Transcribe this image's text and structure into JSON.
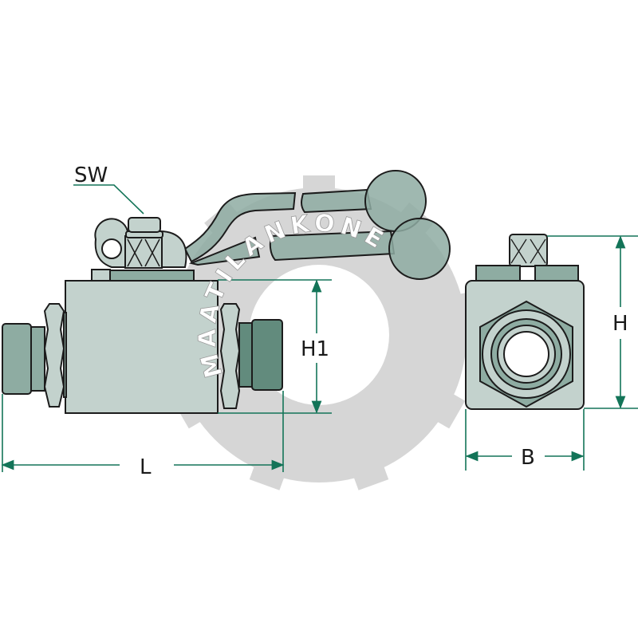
{
  "labels": {
    "sw": "SW",
    "l": "L",
    "h1": "H1",
    "h": "H",
    "b": "B"
  },
  "watermark": {
    "text": "MAATILANKONE"
  },
  "colors": {
    "body": "#c3d2cd",
    "mid": "#8eaca2",
    "dark": "#628b7d",
    "dimension": "#137458",
    "watermark": "#c8c8c8"
  }
}
